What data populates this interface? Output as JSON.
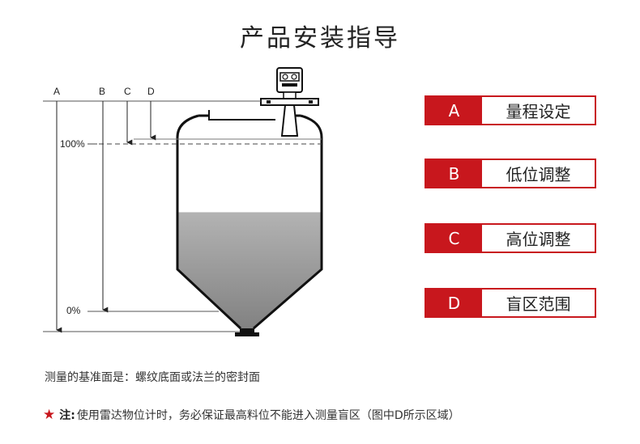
{
  "title": "产品安装指导",
  "diagram": {
    "dimension_labels": [
      "A",
      "B",
      "C",
      "D"
    ],
    "level_labels": {
      "full": "100%",
      "empty": "0%"
    },
    "material_fill_fraction": 0.62
  },
  "legend": [
    {
      "key": "A",
      "text": "量程设定"
    },
    {
      "key": "B",
      "text": "低位调整"
    },
    {
      "key": "C",
      "text": "高位调整"
    },
    {
      "key": "D",
      "text": "盲区范围"
    }
  ],
  "notes": {
    "reference": "测量的基准面是：螺纹底面或法兰的密封面",
    "warning_label": "注:",
    "warning_text": "使用雷达物位计时，务必保证最高料位不能进入测量盲区（图中D所示区域）"
  },
  "colors": {
    "accent": "#c8171d",
    "material_top": "#a6a6a6",
    "material_bottom": "#8c8c8c"
  }
}
